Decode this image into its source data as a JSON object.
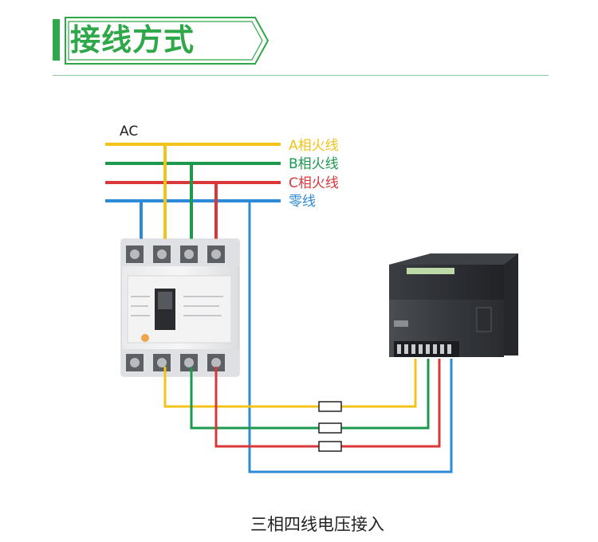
{
  "header": {
    "title": "接线方式"
  },
  "diagram": {
    "ac_label": "AC",
    "lines": [
      {
        "label": "A相火线",
        "color": "#f4c319"
      },
      {
        "label": "B相火线",
        "color": "#1b9a4e"
      },
      {
        "label": "C相火线",
        "color": "#d9373a"
      },
      {
        "label": "零线",
        "color": "#2c8ad6"
      }
    ],
    "header_accent": "#2fa84a",
    "caption": "三相四线电压接入"
  }
}
